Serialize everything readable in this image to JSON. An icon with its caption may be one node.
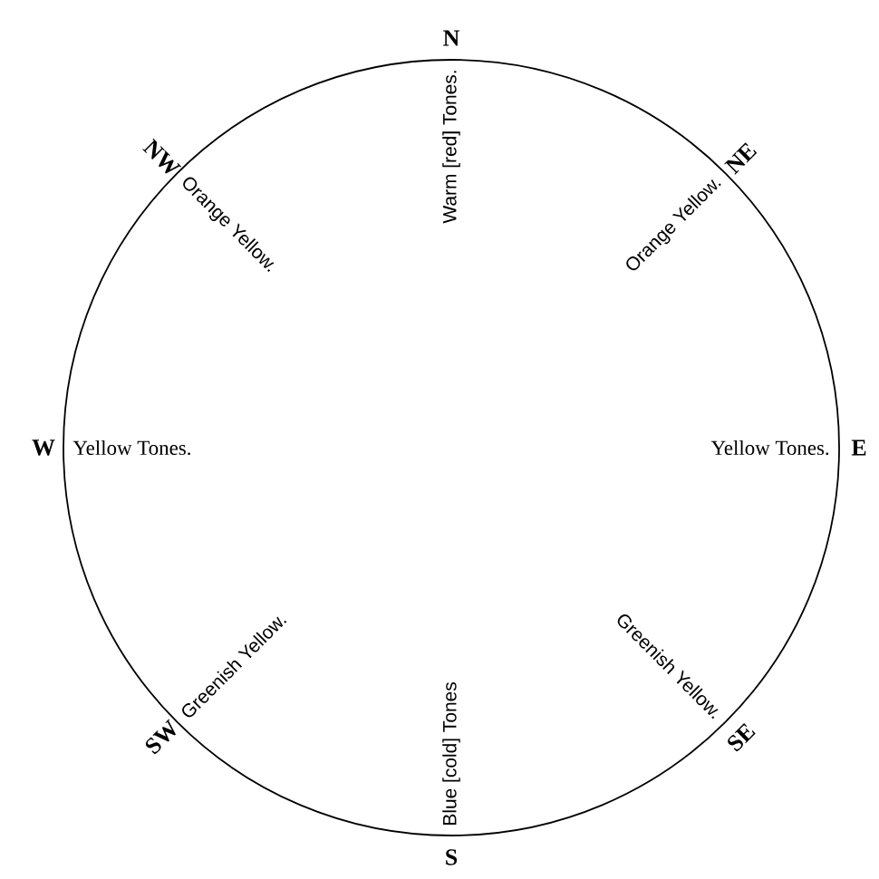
{
  "diagram": {
    "nodes": [
      {
        "text": [
          "Warm [red] Tones.",
          "Orange Yellow.",
          "Orange Yellow.",
          "Yellow Tones.",
          "Yellow Tones.",
          "Greenish Yellow.",
          "Blue [cold] Tones",
          "Greenish Yellow."
        ]
      }
    ],
    "labels": [
      "N",
      "NW",
      "NE",
      "W",
      "E",
      "SW",
      "SE",
      "S"
    ]
  }
}
